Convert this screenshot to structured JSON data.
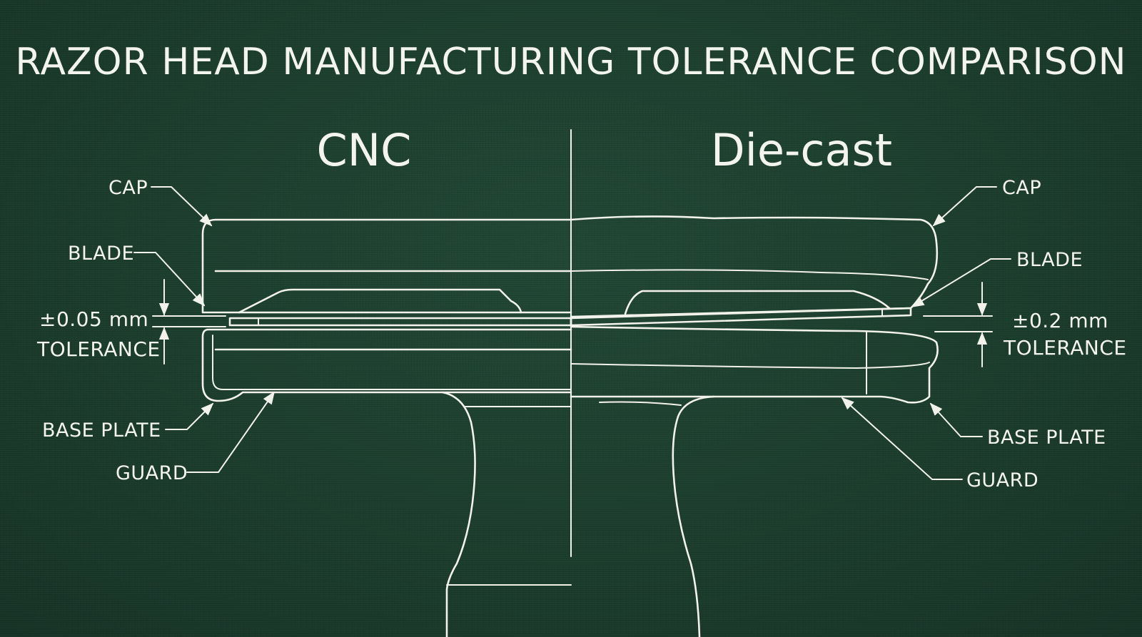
{
  "title": "RAZOR HEAD MANUFACTURING TOLERANCE COMPARISON",
  "left": {
    "method": "CNC",
    "labels": {
      "cap": "CAP",
      "blade": "BLADE",
      "base_plate": "BASE PLATE",
      "guard": "GUARD"
    },
    "tolerance_value": "±0.05 mm",
    "tolerance_label": "TOLERANCE"
  },
  "right": {
    "method": "Die-cast",
    "labels": {
      "cap": "CAP",
      "blade": "BLADE",
      "base_plate": "BASE PLATE",
      "guard": "GUARD"
    },
    "tolerance_value": "±0.2 mm",
    "tolerance_label": "TOLERANCE"
  },
  "colors": {
    "background": "#1c3d2e",
    "line": "#f2f2ea"
  }
}
